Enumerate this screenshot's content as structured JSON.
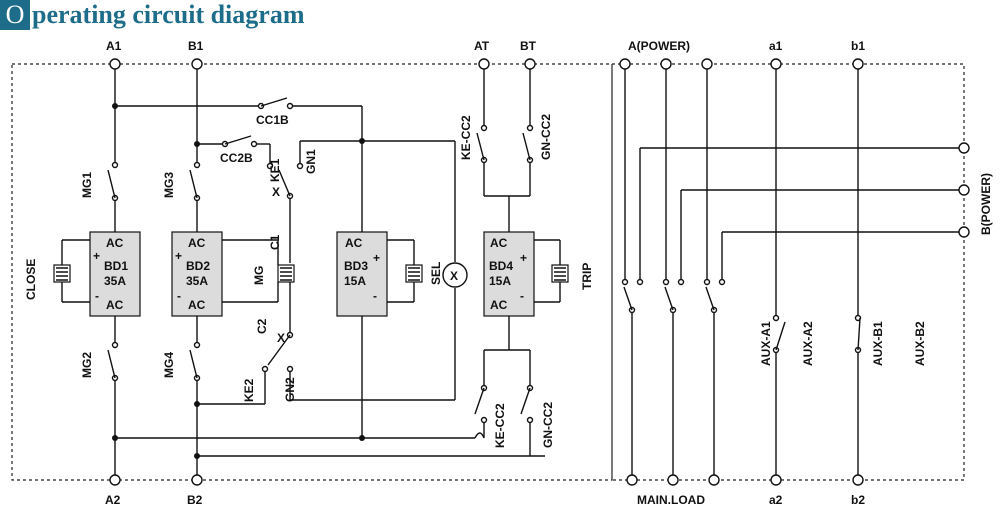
{
  "header": {
    "initial": "O",
    "rest": "perating circuit diagram",
    "color": "#1d6d8a"
  },
  "labels": {
    "A1": "A1",
    "B1": "B1",
    "AT": "AT",
    "BT": "BT",
    "A_POWER": "A(POWER)",
    "a1": "a1",
    "b1": "b1",
    "A2": "A2",
    "B2": "B2",
    "MAIN_LOAD": "MAIN.LOAD",
    "a2": "a2",
    "b2": "b2",
    "B_POWER": "B(POWER)",
    "CC1B": "CC1B",
    "CC2B": "CC2B",
    "KE1": "KE1",
    "GN1": "GN1",
    "X": "X",
    "C1": "C1",
    "C2": "C2",
    "MG": "MG",
    "KE2": "KE2",
    "GN2": "GN2",
    "MG1": "MG1",
    "MG2": "MG2",
    "MG3": "MG3",
    "MG4": "MG4",
    "CLOSE": "CLOSE",
    "TRIP": "TRIP",
    "SEL": "SEL",
    "KE_CC2": "KE-CC2",
    "GN_CC2": "GN-CC2",
    "AUX_A1": "AUX-A1",
    "AUX_A2": "AUX-A2",
    "AUX_B1": "AUX-B1",
    "AUX_B2": "AUX-B2"
  },
  "boards": [
    {
      "id": "BD1",
      "rating": "35A",
      "ac": "AC",
      "plus": "+",
      "minus": "-"
    },
    {
      "id": "BD2",
      "rating": "35A",
      "ac": "AC",
      "plus": "+",
      "minus": "-"
    },
    {
      "id": "BD3",
      "rating": "15A",
      "ac": "AC",
      "plus": "+",
      "minus": "-"
    },
    {
      "id": "BD4",
      "rating": "15A",
      "ac": "AC",
      "plus": "+",
      "minus": "-"
    }
  ]
}
